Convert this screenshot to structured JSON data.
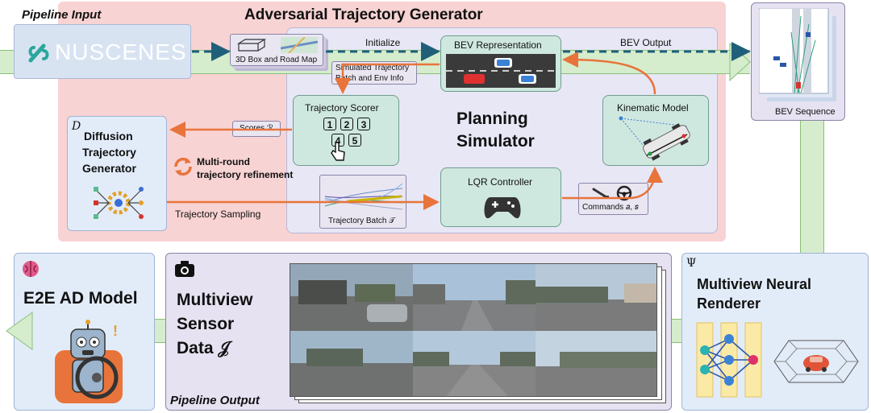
{
  "pipeline_input": "Pipeline Input",
  "nuscenes_logo": "NUSCENES",
  "generator_title": "Adversarial Trajectory Generator",
  "box_road_map": "3D Box and Road Map",
  "initialize": "Initialize",
  "simulated_batch_line1": "Simulated Trajectory",
  "simulated_batch_line2": "Batch and Env Info",
  "bev_representation": "BEV Representation",
  "bev_output": "BEV Output",
  "bev_sequence": "BEV Sequence",
  "trajectory_scorer": "Trajectory Scorer",
  "scorer_keys": [
    "1",
    "2",
    "3",
    "4",
    "5"
  ],
  "scores": "Scores ℛ",
  "diffusion_symbol": "D",
  "diffusion_line1": "Diffusion",
  "diffusion_line2": "Trajectory",
  "diffusion_line3": "Generator",
  "multi_round_line1": "Multi-round",
  "multi_round_line2": "trajectory refinement",
  "planning_line1": "Planning",
  "planning_line2": "Simulator",
  "kinematic_model": "Kinematic Model",
  "lqr_controller": "LQR Controller",
  "trajectory_sampling": "Trajectory Sampling",
  "trajectory_batch": "Trajectory Batch 𝒯",
  "commands": "Commands 𝑎, 𝑠",
  "e2e_model": "E2E AD Model",
  "multiview_line1": "Multiview",
  "multiview_line2": "Sensor",
  "multiview_line3": "Data 𝒥",
  "pipeline_output": "Pipeline Output",
  "psi_symbol": "Ψ",
  "renderer_line1": "Multiview Neural",
  "renderer_line2": "Renderer",
  "colors": {
    "generator_bg": "#f8d3d3",
    "simulator_bg": "#e7e7f6",
    "module_green": "#cfe8df",
    "panel_lavender": "#e6e2f2",
    "panel_blue": "#e2ecf9",
    "flow_green": "#d5edcc",
    "arrow_orange": "#e8743b",
    "arrow_teal": "#1f5f7a"
  }
}
